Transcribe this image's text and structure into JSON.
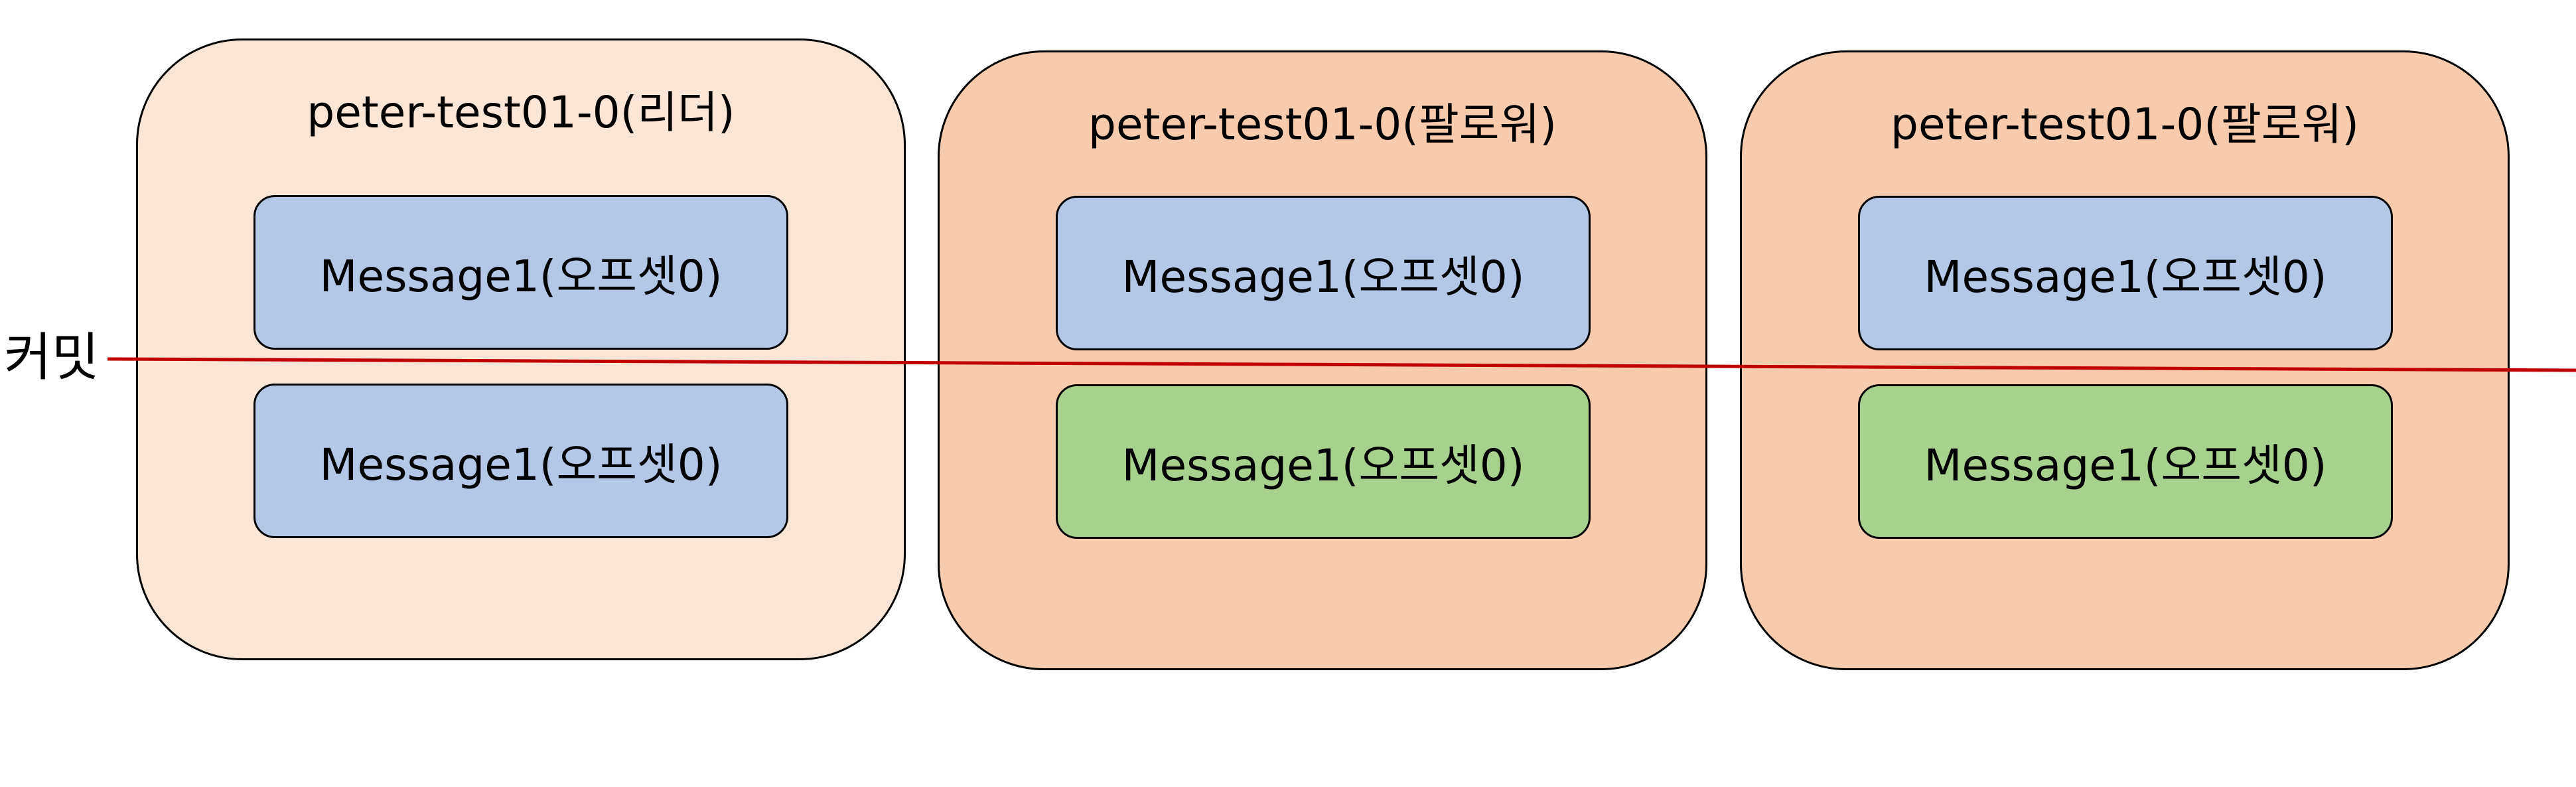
{
  "colors": {
    "leader_bg": "#FBE5D6",
    "follower_bg": "#F8CBAD",
    "message_blue": "#B4C7E7",
    "message_green": "#A9D18E",
    "commit_line": "#C00000"
  },
  "commit_label": "커밋",
  "brokers": [
    {
      "title": "peter-test01-0(리더)",
      "messages": [
        "Message1(오프셋0)",
        "Message1(오프셋0)"
      ]
    },
    {
      "title": "peter-test01-0(팔로워)",
      "messages": [
        "Message1(오프셋0)",
        "Message1(오프셋0)"
      ]
    },
    {
      "title": "peter-test01-0(팔로워)",
      "messages": [
        "Message1(오프셋0)",
        "Message1(오프셋0)"
      ]
    }
  ]
}
